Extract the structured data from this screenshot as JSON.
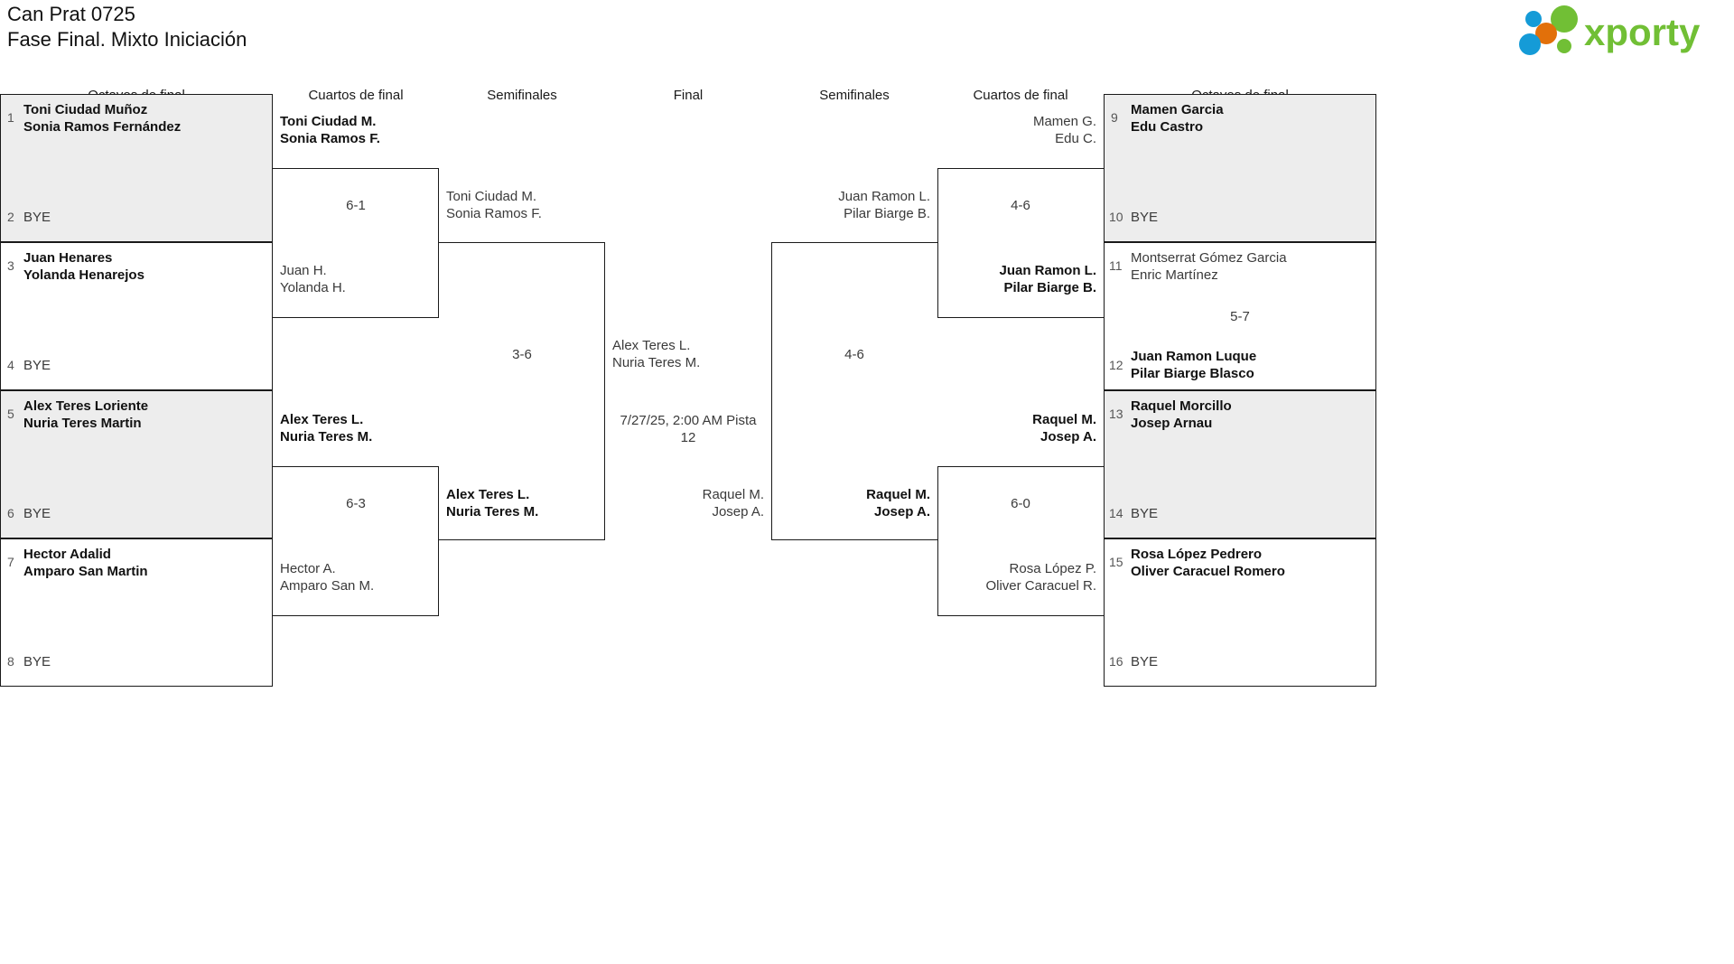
{
  "header": {
    "title_line1": "Can Prat 0725",
    "title_line2": "Fase Final. Mixto Iniciación",
    "logo_text": "xporty",
    "logo_colors": {
      "green": "#71bf35",
      "blue": "#159bd7",
      "orange": "#e2700a"
    }
  },
  "rounds": [
    {
      "label": "Octavos de final"
    },
    {
      "label": "Cuartos de final"
    },
    {
      "label": "Semifinales"
    },
    {
      "label": "Final"
    },
    {
      "label": "Semifinales"
    },
    {
      "label": "Cuartos de final"
    },
    {
      "label": "Octavos de final"
    }
  ],
  "left_r16": [
    {
      "seed": "1",
      "line1": "Toni Ciudad Muñoz",
      "line2": "Sonia Ramos Fernández",
      "winner": true
    },
    {
      "seed": "2",
      "line1": "BYE",
      "line2": "",
      "winner": false
    },
    {
      "seed": "3",
      "line1": "Juan Henares",
      "line2": "Yolanda Henarejos",
      "winner": true
    },
    {
      "seed": "4",
      "line1": "BYE",
      "line2": "",
      "winner": false
    },
    {
      "seed": "5",
      "line1": "Alex Teres Loriente",
      "line2": "Nuria Teres Martin",
      "winner": true
    },
    {
      "seed": "6",
      "line1": "BYE",
      "line2": "",
      "winner": false
    },
    {
      "seed": "7",
      "line1": "Hector Adalid",
      "line2": "Amparo San Martin",
      "winner": true
    },
    {
      "seed": "8",
      "line1": "BYE",
      "line2": "",
      "winner": false
    }
  ],
  "right_r16": [
    {
      "seed": "9",
      "line1": "Mamen Garcia",
      "line2": "Edu Castro",
      "winner": true
    },
    {
      "seed": "10",
      "line1": "BYE",
      "line2": "",
      "winner": false
    },
    {
      "seed": "11",
      "line1": "Montserrat Gómez Garcia",
      "line2": "Enric Martínez",
      "winner": false
    },
    {
      "seed": "12",
      "line1": "Juan Ramon Luque",
      "line2": "Pilar Biarge Blasco",
      "winner": true
    },
    {
      "seed": "13",
      "line1": "Raquel Morcillo",
      "line2": "Josep Arnau",
      "winner": true
    },
    {
      "seed": "14",
      "line1": "BYE",
      "line2": "",
      "winner": false
    },
    {
      "seed": "15",
      "line1": "Rosa López Pedrero",
      "line2": "Oliver Caracuel Romero",
      "winner": true
    },
    {
      "seed": "16",
      "line1": "BYE",
      "line2": "",
      "winner": false
    }
  ],
  "scores": {
    "r16_right_11_12": "5-7",
    "qf_left_top": "6-1",
    "qf_left_bottom": "6-3",
    "qf_right_top": "4-6",
    "qf_right_bottom": "6-0",
    "sf_left": "3-6",
    "sf_right": "4-6"
  },
  "left_qf": {
    "top_a": {
      "line1": "Toni Ciudad M.",
      "line2": "Sonia Ramos F.",
      "winner": true
    },
    "top_b": {
      "line1": "Juan H.",
      "line2": "Yolanda H.",
      "winner": false
    },
    "bottom_a": {
      "line1": "Alex Teres L.",
      "line2": "Nuria Teres M.",
      "winner": true
    },
    "bottom_b": {
      "line1": "Hector A.",
      "line2": "Amparo San M.",
      "winner": false
    }
  },
  "left_sf": {
    "top": {
      "line1": "Toni Ciudad M.",
      "line2": "Sonia Ramos F.",
      "winner": false
    },
    "bottom": {
      "line1": "Alex Teres L.",
      "line2": "Nuria Teres M.",
      "winner": true
    }
  },
  "right_qf": {
    "top_a": {
      "line1": "Mamen G.",
      "line2": "Edu C.",
      "winner": false
    },
    "top_b": {
      "line1": "Juan Ramon L.",
      "line2": "Pilar Biarge B.",
      "winner": true
    },
    "bottom_a": {
      "line1": "Raquel M.",
      "line2": "Josep A.",
      "winner": true
    },
    "bottom_b": {
      "line1": "Rosa López P.",
      "line2": "Oliver Caracuel R.",
      "winner": false
    }
  },
  "right_sf": {
    "top": {
      "line1": "Juan Ramon L.",
      "line2": "Pilar Biarge B.",
      "winner": false
    },
    "bottom": {
      "line1": "Raquel M.",
      "line2": "Josep A.",
      "winner": true
    }
  },
  "final": {
    "top": {
      "line1": "Alex Teres L.",
      "line2": "Nuria Teres M.",
      "winner": false
    },
    "bottom": {
      "line1": "Raquel M.",
      "line2": "Josep A.",
      "winner": false
    },
    "match_info_line1": "7/27/25, 2:00 AM Pista",
    "match_info_line2": "12"
  }
}
